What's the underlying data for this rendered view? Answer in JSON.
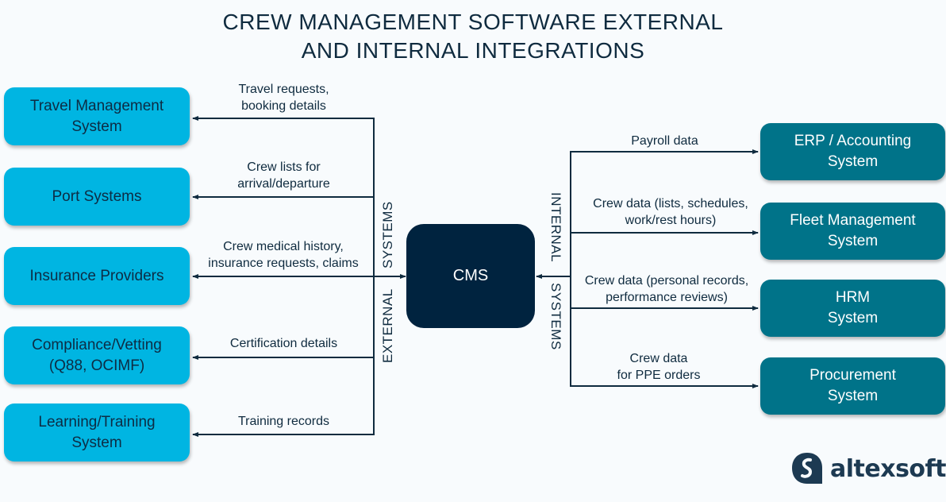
{
  "title": {
    "line1": "CREW MANAGEMENT SOFTWARE EXTERNAL",
    "line2": "AND INTERNAL INTEGRATIONS"
  },
  "center": {
    "label": "CMS"
  },
  "group_labels": {
    "external": "EXTERNAL",
    "external_systems": "SYSTEMS",
    "internal": "INTERNAL",
    "internal_systems": "SYSTEMS"
  },
  "external_systems": [
    {
      "name": "Travel Management\nSystem",
      "flow": "Travel requests,\nbooking details",
      "direction": "to-system"
    },
    {
      "name": "Port Systems",
      "flow": "Crew lists for\narrival/departure",
      "direction": "to-system"
    },
    {
      "name": "Insurance Providers",
      "flow": "Crew medical history,\ninsurance requests, claims",
      "direction": "bidirectional"
    },
    {
      "name": "Compliance/Vetting\n(Q88, OCIMF)",
      "flow": "Certification details",
      "direction": "to-system"
    },
    {
      "name": "Learning/Training\nSystem",
      "flow": "Training records",
      "direction": "to-system"
    }
  ],
  "internal_systems": [
    {
      "name": "ERP / Accounting\nSystem",
      "flow": "Payroll data",
      "direction": "to-system"
    },
    {
      "name": "Fleet Management\nSystem",
      "flow": "Crew data (lists, schedules,\nwork/rest hours)",
      "direction": "to-system"
    },
    {
      "name": "HRM\nSystem",
      "flow": "Crew data (personal records,\nperformance reviews)",
      "direction": "bidirectional"
    },
    {
      "name": "Procurement\nSystem",
      "flow": "Crew data\nfor PPE orders",
      "direction": "to-system"
    }
  ],
  "brand": {
    "name": "altexsoft"
  },
  "colors": {
    "external_box": "#00b5e2",
    "internal_box": "#007389",
    "cms_box": "#00233f",
    "line": "#0f2b3f"
  }
}
